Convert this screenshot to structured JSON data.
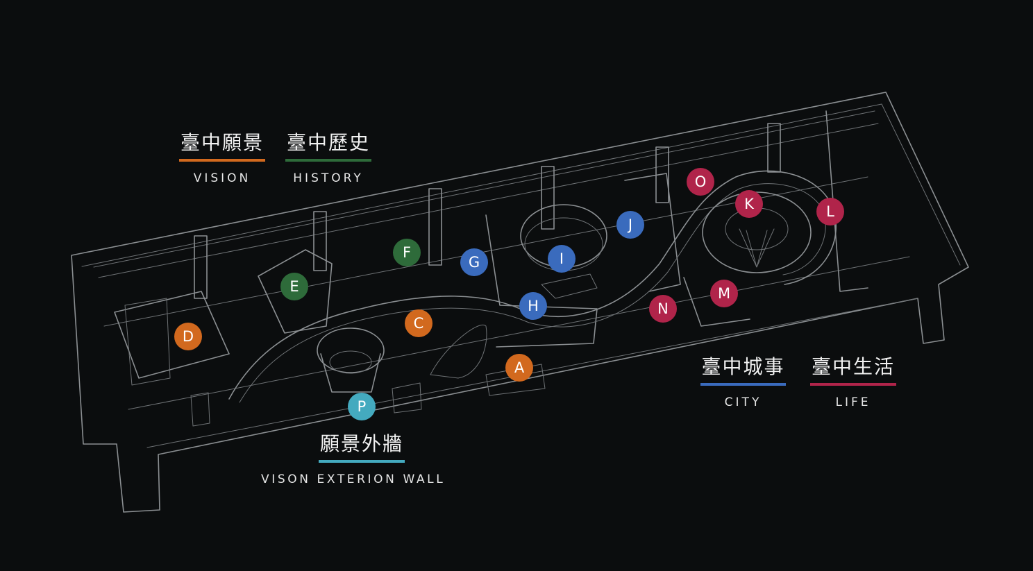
{
  "colors": {
    "vision": "#d2691e",
    "history": "#2e6b3a",
    "city": "#3a6bbd",
    "life": "#b0244a",
    "wall": "#44aabf"
  },
  "legends": {
    "vision": {
      "zh": "臺中願景",
      "en": "VISION",
      "color_key": "vision"
    },
    "history": {
      "zh": "臺中歷史",
      "en": "HISTORY",
      "color_key": "history"
    },
    "city": {
      "zh": "臺中城事",
      "en": "CITY",
      "color_key": "city"
    },
    "life": {
      "zh": "臺中生活",
      "en": "LIFE",
      "color_key": "life"
    },
    "wall": {
      "zh": "願景外牆",
      "en": "VISON EXTERION WALL",
      "color_key": "wall"
    }
  },
  "markers": [
    {
      "label": "A",
      "group": "vision"
    },
    {
      "label": "C",
      "group": "vision"
    },
    {
      "label": "D",
      "group": "vision"
    },
    {
      "label": "E",
      "group": "history"
    },
    {
      "label": "F",
      "group": "history"
    },
    {
      "label": "G",
      "group": "city"
    },
    {
      "label": "H",
      "group": "city"
    },
    {
      "label": "I",
      "group": "city"
    },
    {
      "label": "J",
      "group": "city"
    },
    {
      "label": "K",
      "group": "life"
    },
    {
      "label": "L",
      "group": "life"
    },
    {
      "label": "M",
      "group": "life"
    },
    {
      "label": "N",
      "group": "life"
    },
    {
      "label": "O",
      "group": "life"
    },
    {
      "label": "P",
      "group": "wall"
    }
  ]
}
